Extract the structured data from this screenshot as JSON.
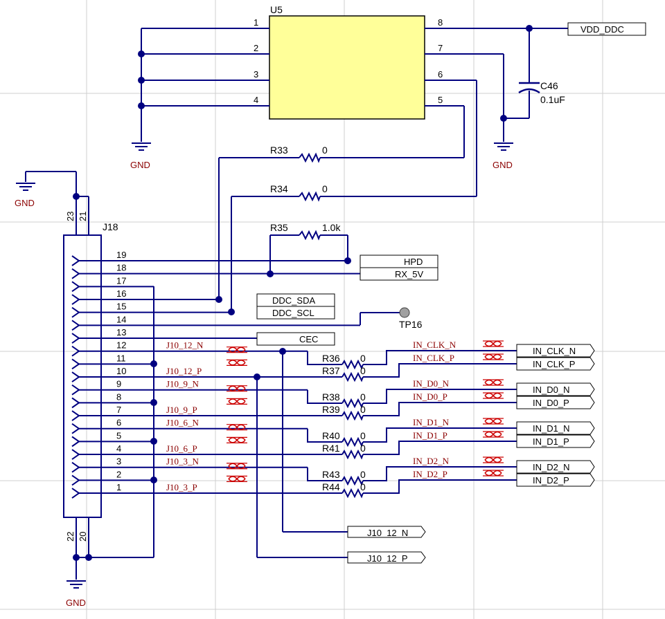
{
  "colors": {
    "wire": "#000080",
    "ic_fill": "#ffff99",
    "diff_pair": "#cc0000",
    "ref_text": "#8b0000"
  },
  "u5": {
    "designator": "U5",
    "pins_left": [
      "1",
      "2",
      "3",
      "4"
    ],
    "pins_right": [
      "8",
      "7",
      "6",
      "5"
    ]
  },
  "c46": {
    "designator": "C46",
    "value": "0.1uF"
  },
  "gnd_label": "GND",
  "vdd_port": "VDD_DDC",
  "resistors_top": [
    {
      "ref": "R33",
      "value": "0"
    },
    {
      "ref": "R34",
      "value": "0"
    },
    {
      "ref": "R35",
      "value": "1.0k"
    }
  ],
  "j18": {
    "designator": "J18",
    "top_pins": [
      "23",
      "21"
    ],
    "bottom_pins": [
      "22",
      "20"
    ],
    "pins": [
      "19",
      "18",
      "17",
      "16",
      "15",
      "14",
      "13",
      "12",
      "11",
      "10",
      "9",
      "8",
      "7",
      "6",
      "5",
      "4",
      "3",
      "2",
      "1"
    ]
  },
  "ports_mid": {
    "hpd": "HPD",
    "rx5v": "RX_5V",
    "sda": "DDC_SDA",
    "scl": "DDC_SCL",
    "cec": "CEC"
  },
  "tp16": "TP16",
  "diff_left": [
    "J10_12_N",
    "J10_12_P",
    "J10_9_N",
    "J10_9_P",
    "J10_6_N",
    "J10_6_P",
    "J10_3_N",
    "J10_3_P"
  ],
  "series_resistors": [
    {
      "ref": "R36",
      "value": "0"
    },
    {
      "ref": "R37",
      "value": "0"
    },
    {
      "ref": "R38",
      "value": "0"
    },
    {
      "ref": "R39",
      "value": "0"
    },
    {
      "ref": "R40",
      "value": "0"
    },
    {
      "ref": "R41",
      "value": "0"
    },
    {
      "ref": "R43",
      "value": "0"
    },
    {
      "ref": "R44",
      "value": "0"
    }
  ],
  "diff_right": [
    "IN_CLK_N",
    "IN_CLK_P",
    "IN_D0_N",
    "IN_D0_P",
    "IN_D1_N",
    "IN_D1_P",
    "IN_D2_N",
    "IN_D2_P"
  ],
  "ports_right": [
    "IN_CLK_N",
    "IN_CLK_P",
    "IN_D0_N",
    "IN_D0_P",
    "IN_D1_N",
    "IN_D1_P",
    "IN_D2_N",
    "IN_D2_P"
  ],
  "ports_bottom": [
    "J10_12_N",
    "J10_12_P"
  ]
}
